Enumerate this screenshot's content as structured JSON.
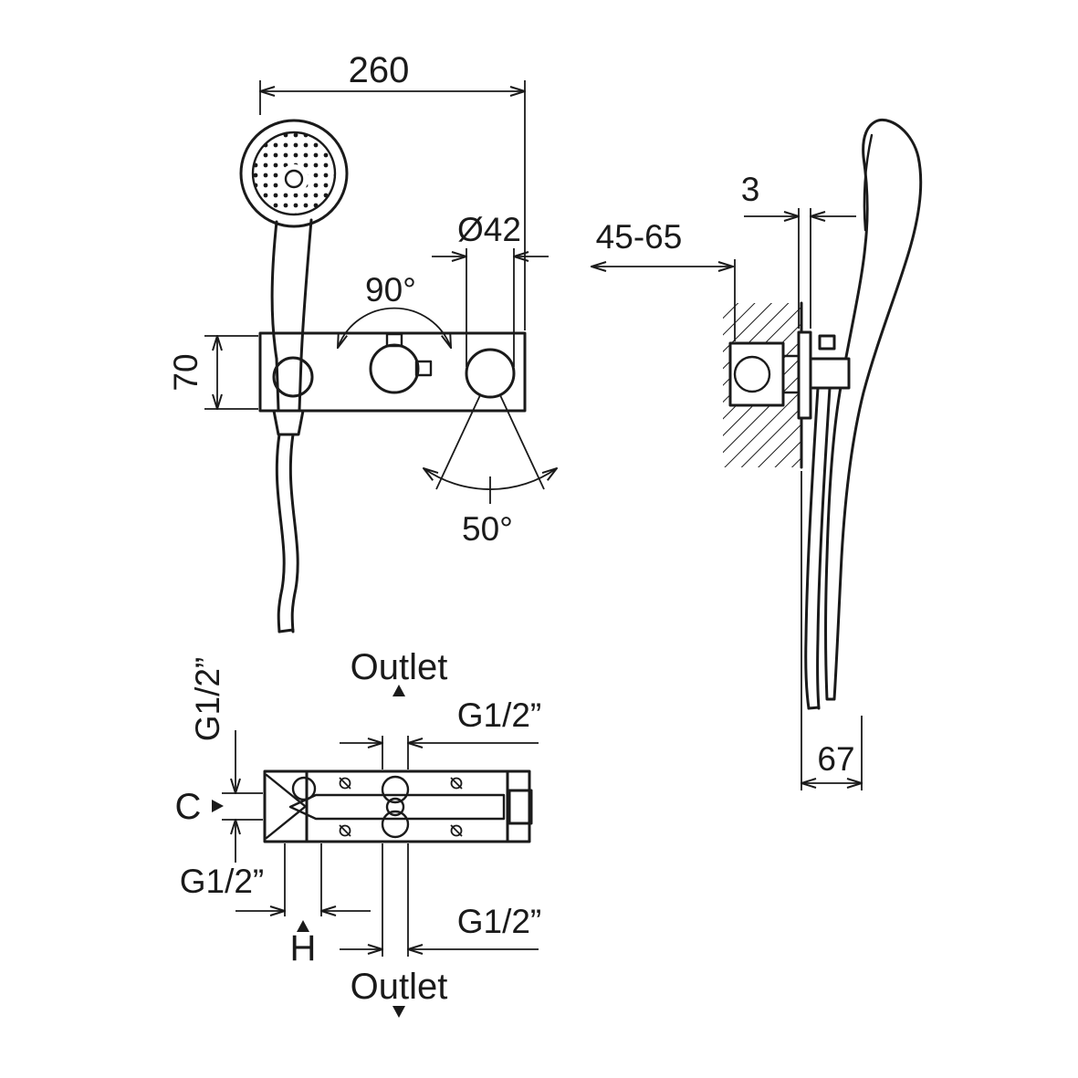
{
  "drawing": {
    "front_view": {
      "width": "260",
      "height": "70",
      "swivel_angle": "90°",
      "head_diameter": "Ø42",
      "spout_angle": "50°"
    },
    "side_view": {
      "plate_thickness": "3",
      "install_depth": "45-65",
      "projection": "67"
    },
    "plan_view": {
      "outlet_top": "Outlet",
      "outlet_bottom": "Outlet",
      "thread_top": "G1/2”",
      "thread_left": "G1/2”",
      "thread_bottom_left": "G1/2”",
      "thread_bottom_right": "G1/2”",
      "cold": "C",
      "hot": "H"
    }
  }
}
